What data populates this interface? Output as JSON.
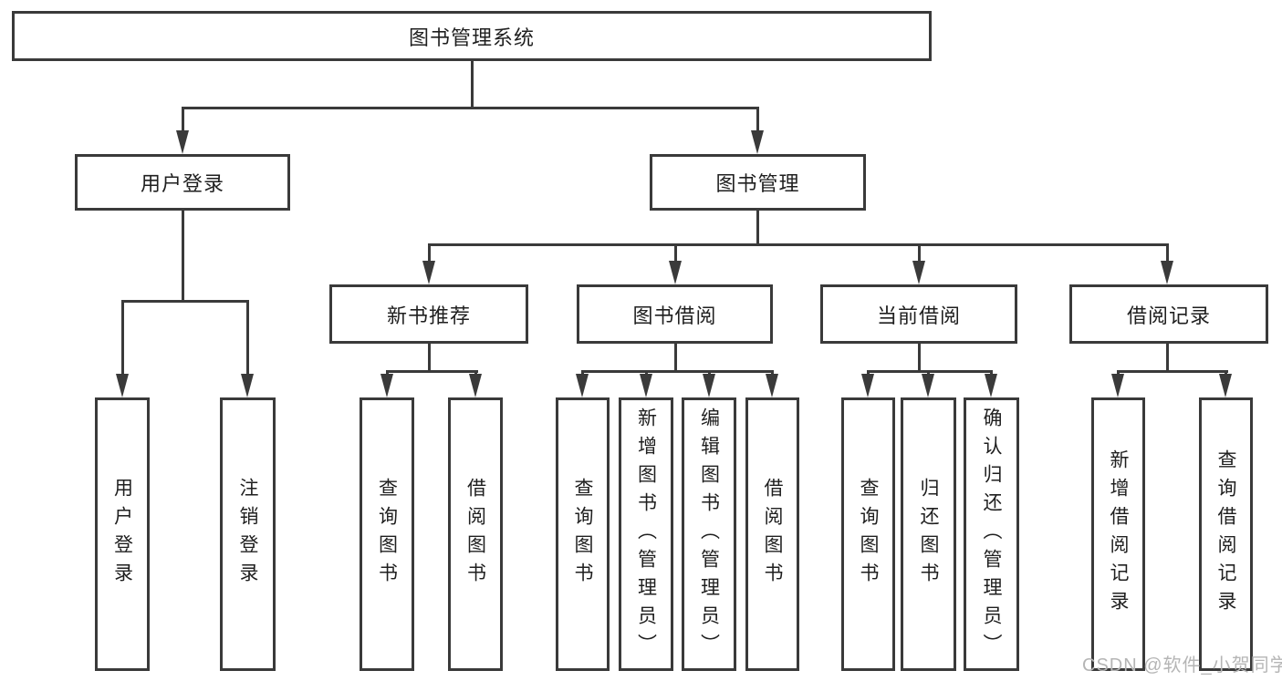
{
  "tree": {
    "root_label": "图书管理系统",
    "branches": [
      {
        "label": "用户登录",
        "leaves": [
          "用户登录",
          "注销登录"
        ]
      },
      {
        "label": "图书管理",
        "children": [
          {
            "label": "新书推荐",
            "leaves": [
              "查询图书",
              "借阅图书"
            ]
          },
          {
            "label": "图书借阅",
            "leaves": [
              "查询图书",
              "新增图书（管理员）",
              "编辑图书（管理员）",
              "借阅图书"
            ]
          },
          {
            "label": "当前借阅",
            "leaves": [
              "查询图书",
              "归还图书",
              "确认归还（管理员）"
            ]
          },
          {
            "label": "借阅记录",
            "leaves": [
              "新增借阅记录",
              "查询借阅记录"
            ]
          }
        ]
      }
    ]
  },
  "watermark": {
    "text": "CSDN @软件_小贺同学"
  },
  "colors": {
    "line": "#3a3a3a",
    "text": "#1f1f1f",
    "watermark": "#b5b5b5",
    "background": "#ffffff"
  }
}
